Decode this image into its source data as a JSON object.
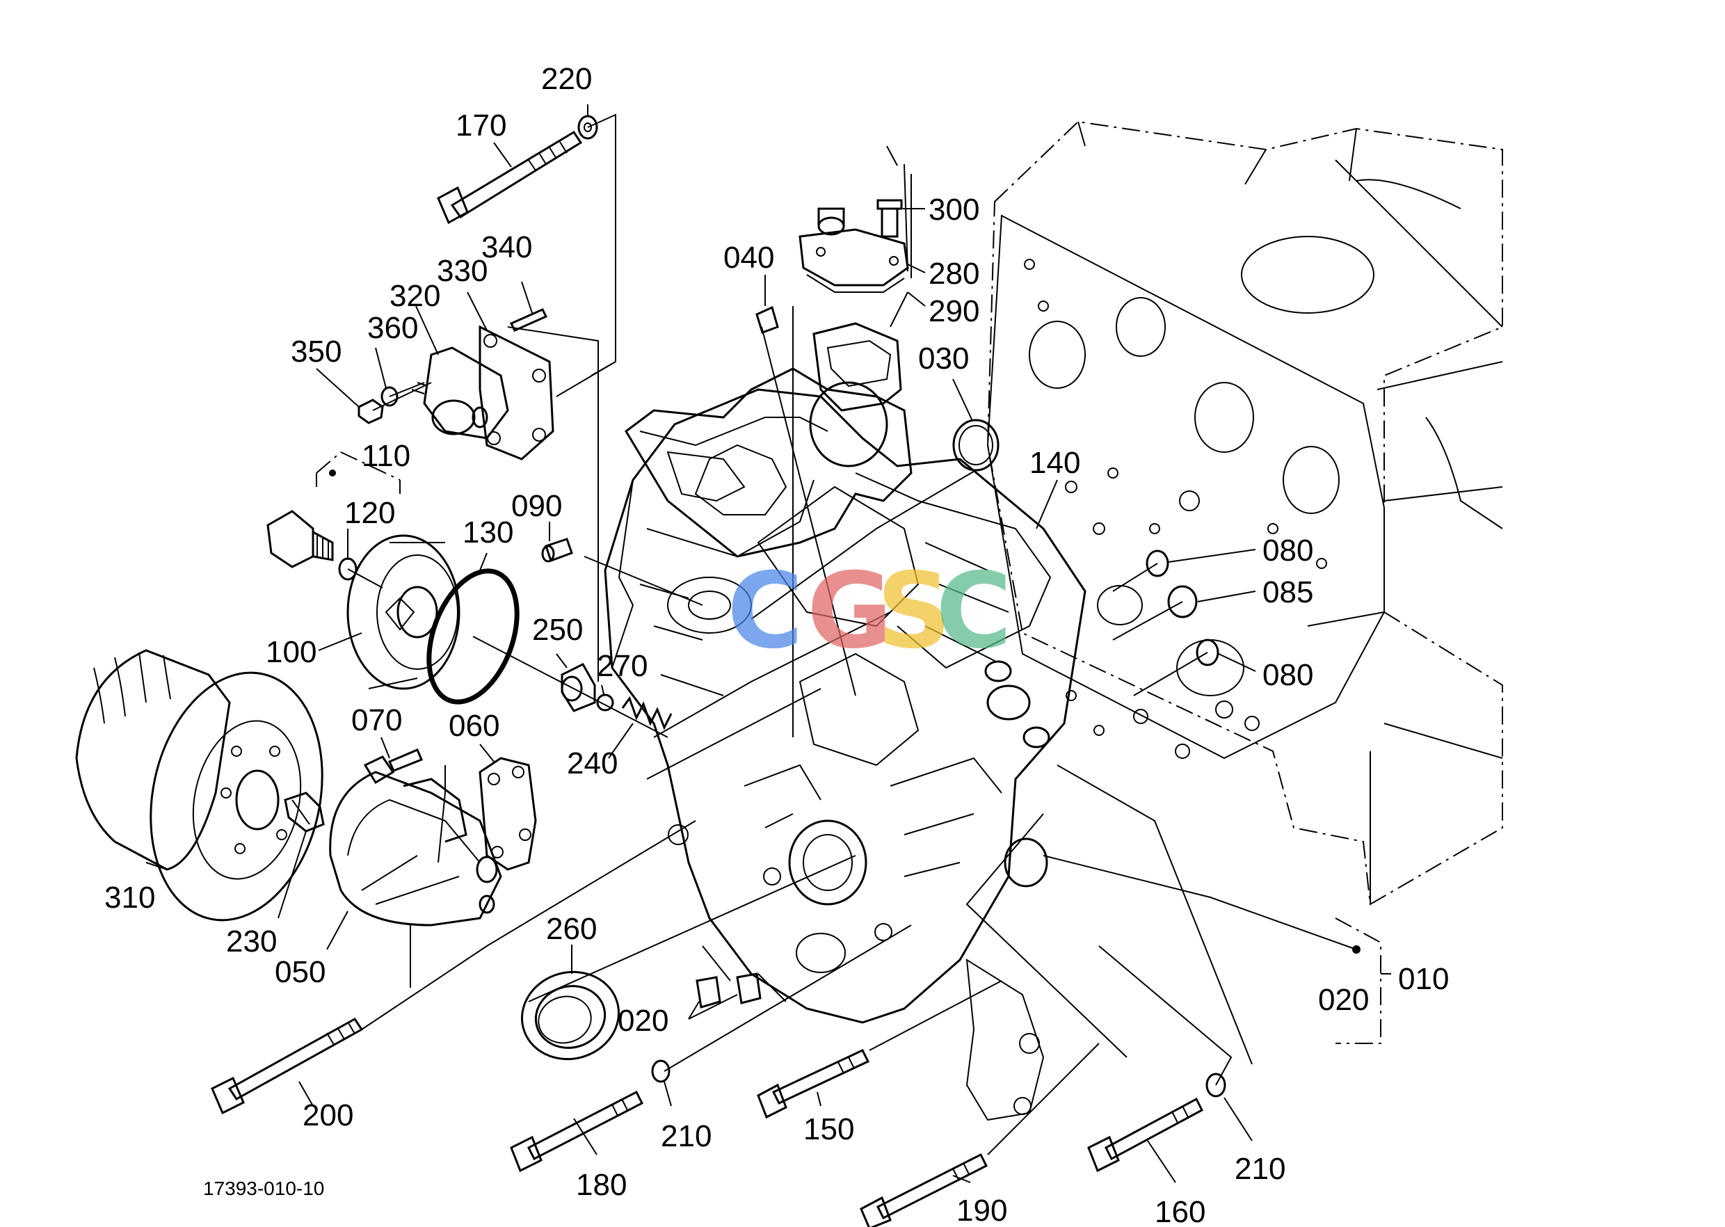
{
  "diagram_ref": "17393-010-10",
  "watermark": {
    "letters": [
      {
        "ch": "C",
        "color": "#4a86e8"
      },
      {
        "ch": "G",
        "color": "#e06666"
      },
      {
        "ch": "S",
        "color": "#f1c232"
      },
      {
        "ch": "C",
        "color": "#57bb8a"
      }
    ]
  },
  "callouts": [
    {
      "id": "c220",
      "text": "220"
    },
    {
      "id": "c170",
      "text": "170"
    },
    {
      "id": "c300",
      "text": "300"
    },
    {
      "id": "c280",
      "text": "280"
    },
    {
      "id": "c290",
      "text": "290"
    },
    {
      "id": "c040",
      "text": "040"
    },
    {
      "id": "c340",
      "text": "340"
    },
    {
      "id": "c330",
      "text": "330"
    },
    {
      "id": "c320",
      "text": "320"
    },
    {
      "id": "c360",
      "text": "360"
    },
    {
      "id": "c350",
      "text": "350"
    },
    {
      "id": "c030",
      "text": "030"
    },
    {
      "id": "c110",
      "text": "110"
    },
    {
      "id": "c140",
      "text": "140"
    },
    {
      "id": "c120",
      "text": "120"
    },
    {
      "id": "c130",
      "text": "130"
    },
    {
      "id": "c090",
      "text": "090"
    },
    {
      "id": "c080a",
      "text": "080"
    },
    {
      "id": "c085",
      "text": "085"
    },
    {
      "id": "c080b",
      "text": "080"
    },
    {
      "id": "c250",
      "text": "250"
    },
    {
      "id": "c100",
      "text": "100"
    },
    {
      "id": "c270",
      "text": "270"
    },
    {
      "id": "c070",
      "text": "070"
    },
    {
      "id": "c060",
      "text": "060"
    },
    {
      "id": "c240",
      "text": "240"
    },
    {
      "id": "c310",
      "text": "310"
    },
    {
      "id": "c230",
      "text": "230"
    },
    {
      "id": "c050",
      "text": "050"
    },
    {
      "id": "c260",
      "text": "260"
    },
    {
      "id": "c010",
      "text": "010"
    },
    {
      "id": "c020a",
      "text": "020"
    },
    {
      "id": "c020b",
      "text": "020"
    },
    {
      "id": "c200",
      "text": "200"
    },
    {
      "id": "c210a",
      "text": "210"
    },
    {
      "id": "c150",
      "text": "150"
    },
    {
      "id": "c210b",
      "text": "210"
    },
    {
      "id": "c180",
      "text": "180"
    },
    {
      "id": "c190",
      "text": "190"
    },
    {
      "id": "c160",
      "text": "160"
    }
  ]
}
